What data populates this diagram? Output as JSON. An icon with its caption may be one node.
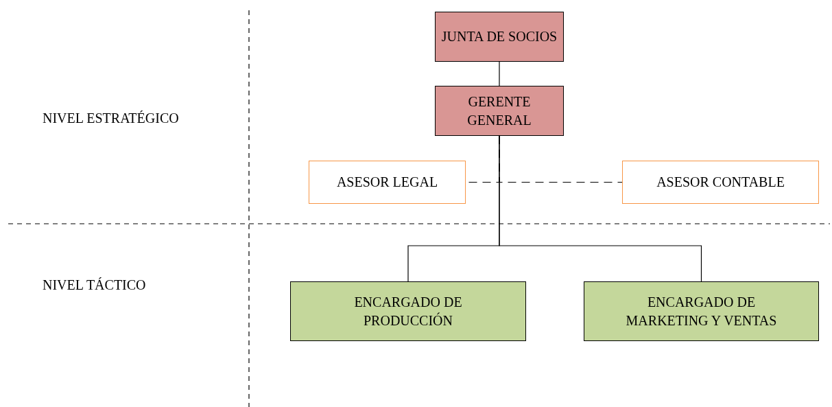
{
  "diagram": {
    "nodes": [
      {
        "text": [
          "JUNTA DE SOCIOS"
        ]
      },
      {
        "text": [
          "GERENTE GENERAL"
        ]
      },
      {
        "text": [
          "ASESOR LEGAL"
        ]
      },
      {
        "text": [
          "ASESOR CONTABLE"
        ]
      },
      {
        "text": [
          "ENCARGADO DE PRODUCCIÓN"
        ]
      },
      {
        "text": [
          "ENCARGADO DE MARKETING Y VENTAS"
        ]
      }
    ],
    "edges": [
      {
        "from": 0,
        "to": 1,
        "arrow": "none"
      },
      {
        "from": 1,
        "to": 2,
        "arrow": "none",
        "style": "dashed"
      },
      {
        "from": 1,
        "to": 3,
        "arrow": "none",
        "style": "dashed"
      },
      {
        "from": 1,
        "to": 4,
        "arrow": "none"
      },
      {
        "from": 1,
        "to": 5,
        "arrow": "none"
      }
    ],
    "labels": [
      "NIVEL ESTRATÉGICO",
      "NIVEL TÁCTICO"
    ]
  }
}
